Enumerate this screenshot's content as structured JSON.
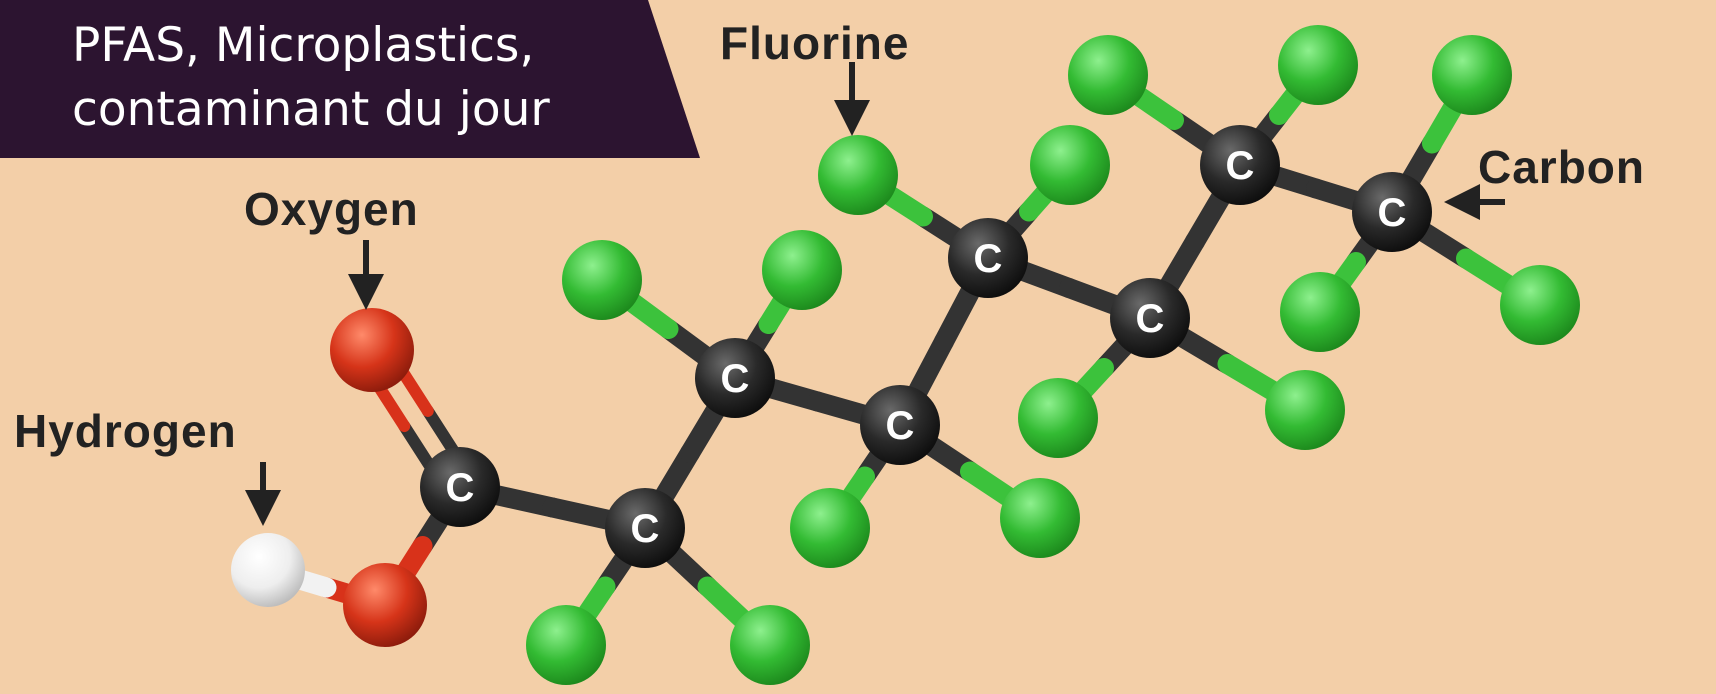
{
  "title": {
    "line1": "PFAS, Microplastics,",
    "line2": "contaminant du jour"
  },
  "labels": {
    "fluorine": "Fluorine",
    "carbon": "Carbon",
    "oxygen": "Oxygen",
    "hydrogen": "Hydrogen"
  },
  "atom_symbol": {
    "carbon": "C"
  },
  "colors": {
    "background": "#f3cfa8",
    "banner": "#2c1430",
    "carbon": "#2a2a2a",
    "fluorine": "#3cc23c",
    "oxygen": "#d8321a",
    "hydrogen": "#f2f2f2",
    "bond": "#333333"
  }
}
